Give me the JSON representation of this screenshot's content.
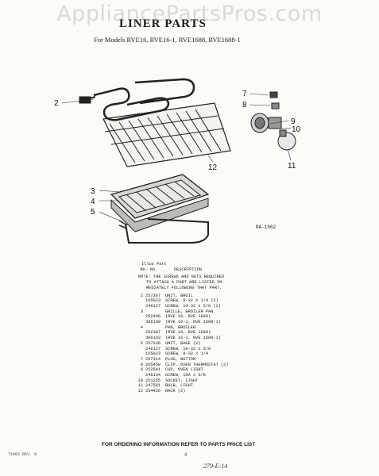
{
  "watermark": "AppliancePartsPros.com",
  "title": "LINER PARTS",
  "models": "For Models RVE16, RVE16-1, RVE1688, RVE1688-1",
  "callouts": [
    "2",
    "3",
    "4",
    "5",
    "7",
    "8",
    "9",
    "10",
    "11",
    "12"
  ],
  "diagram_code": "RA-1062",
  "table": {
    "header_top": "Illus  Part",
    "header_no": "No.",
    "header_partno": "No.",
    "header_desc": "DESCRIPTION",
    "note_lines": [
      "NOTE: THE SCREWS AND NUTS REQUIRED",
      "TO ATTACH A PART ARE LISTED IM-",
      "MEDIATELY FOLLOWING THAT PART."
    ],
    "rows": [
      {
        "no": "2",
        "part": "257367",
        "desc": "UNIT, BROIL"
      },
      {
        "no": "",
        "part": "155023",
        "desc": "SCREW, 8-32 x 1/4 (2)"
      },
      {
        "no": "",
        "part": "246127",
        "desc": "SCREW, 10-32 x 5/8 (2)"
      },
      {
        "no": "3",
        "part": "",
        "desc": "GRILLE, BROILER PAN"
      },
      {
        "no": "",
        "part": "252496",
        "desc": "(RVE 16, RVE 1688)"
      },
      {
        "no": "",
        "part": "306190",
        "desc": "(RVE 16-1, RVE 1688-1)"
      },
      {
        "no": "4",
        "part": "",
        "desc": "PAN, BROILER"
      },
      {
        "no": "",
        "part": "252387",
        "desc": "(RVE 16, RVE 1688)"
      },
      {
        "no": "",
        "part": "306193",
        "desc": "(RVE 16-1, RVE 1688-1)"
      },
      {
        "no": "5",
        "part": "257336",
        "desc": "UNIT, BAKE (2)"
      },
      {
        "no": "",
        "part": "246127",
        "desc": "SCREW, 10-32 x 5/8"
      },
      {
        "no": "",
        "part": "155023",
        "desc": "SCREW, 8-32 x 1/4"
      },
      {
        "no": "7",
        "part": "257314",
        "desc": "PLUG, BUTTON"
      },
      {
        "no": "8",
        "part": "265450",
        "desc": "CLIP, OVEN THERMOSTAT (2)"
      },
      {
        "no": "9",
        "part": "252541",
        "desc": "CUP, OVEN LIGHT"
      },
      {
        "no": "",
        "part": "246134",
        "desc": "SCREW, 10A x 3/8"
      },
      {
        "no": "10",
        "part": "251255",
        "desc": "SOCKET, LIGHT"
      },
      {
        "no": "11",
        "part": "247591",
        "desc": "BULB, LIGHT"
      },
      {
        "no": "12",
        "part": "254426",
        "desc": "RACK (2)"
      }
    ]
  },
  "order_info": "FOR ORDERING INFORMATION REFER TO PARTS PRICE LIST",
  "footer_left": "71062 REV. 0",
  "page_number": "4",
  "handwritten": "279-E-14"
}
